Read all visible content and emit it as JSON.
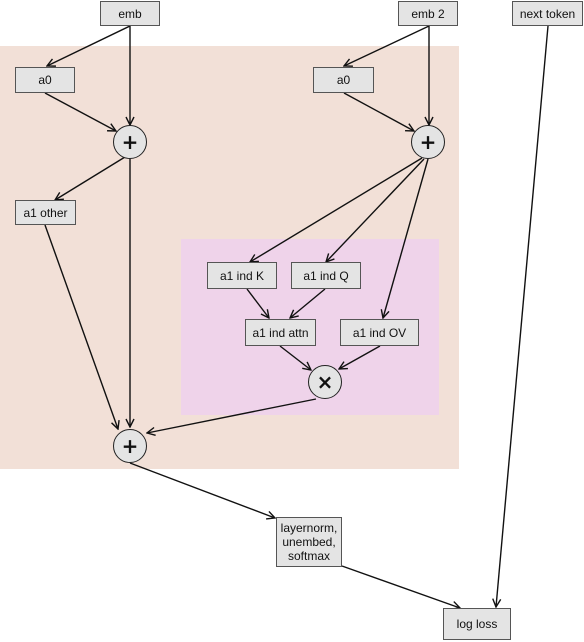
{
  "colors": {
    "outer_region": "#f2e0d7",
    "inner_region": "#efd3ea",
    "node_fill": "#e4e4e4",
    "op_fill": "#e4e4e4",
    "edge": "#111111"
  },
  "nodes": {
    "emb": "emb",
    "emb2": "emb 2",
    "next_token": "next token",
    "a0_left": "a0",
    "a0_right": "a0",
    "a1_other": "a1 other",
    "a1_ind_k": "a1 ind K",
    "a1_ind_q": "a1 ind Q",
    "a1_ind_attn": "a1 ind attn",
    "a1_ind_ov": "a1 ind OV",
    "layernorm": "layernorm, unembed, softmax",
    "log_loss": "log loss"
  },
  "operators": {
    "plus_left": "+",
    "plus_right": "+",
    "times": "×",
    "plus_bottom": "+"
  }
}
